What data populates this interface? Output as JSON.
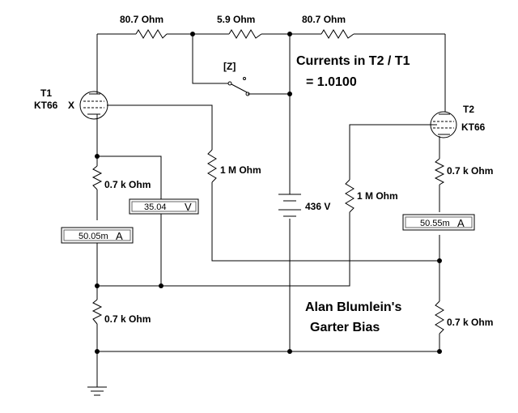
{
  "title": {
    "line1": "Currents in T2 / T1",
    "line2": "= 1.0100",
    "caption1": "Alan Blumlein's",
    "caption2": "Garter Bias"
  },
  "resistors": {
    "top_left": "80.7  Ohm",
    "top_mid": "5.9  Ohm",
    "top_right": "80.7  Ohm",
    "t1_cathode": "0.7 k Ohm",
    "t1_grid": "1 M Ohm",
    "t2_grid": "1 M Ohm",
    "t2_cathode": "0.7 k Ohm",
    "bottom_left": "0.7 k Ohm",
    "bottom_right": "0.7 k Ohm"
  },
  "tubes": {
    "t1_name": "T1",
    "t1_type": "KT66",
    "t1_mark": "X",
    "t2_name": "T2",
    "t2_type": "KT66"
  },
  "switch": {
    "key": "[Z]"
  },
  "battery": {
    "label": "436 V"
  },
  "meters": {
    "voltmeter": {
      "value": "35.04",
      "unit": "V"
    },
    "ammeter_t1": {
      "value": "50.05m",
      "unit": "A"
    },
    "ammeter_t2": {
      "value": "50.55m",
      "unit": "A"
    }
  }
}
